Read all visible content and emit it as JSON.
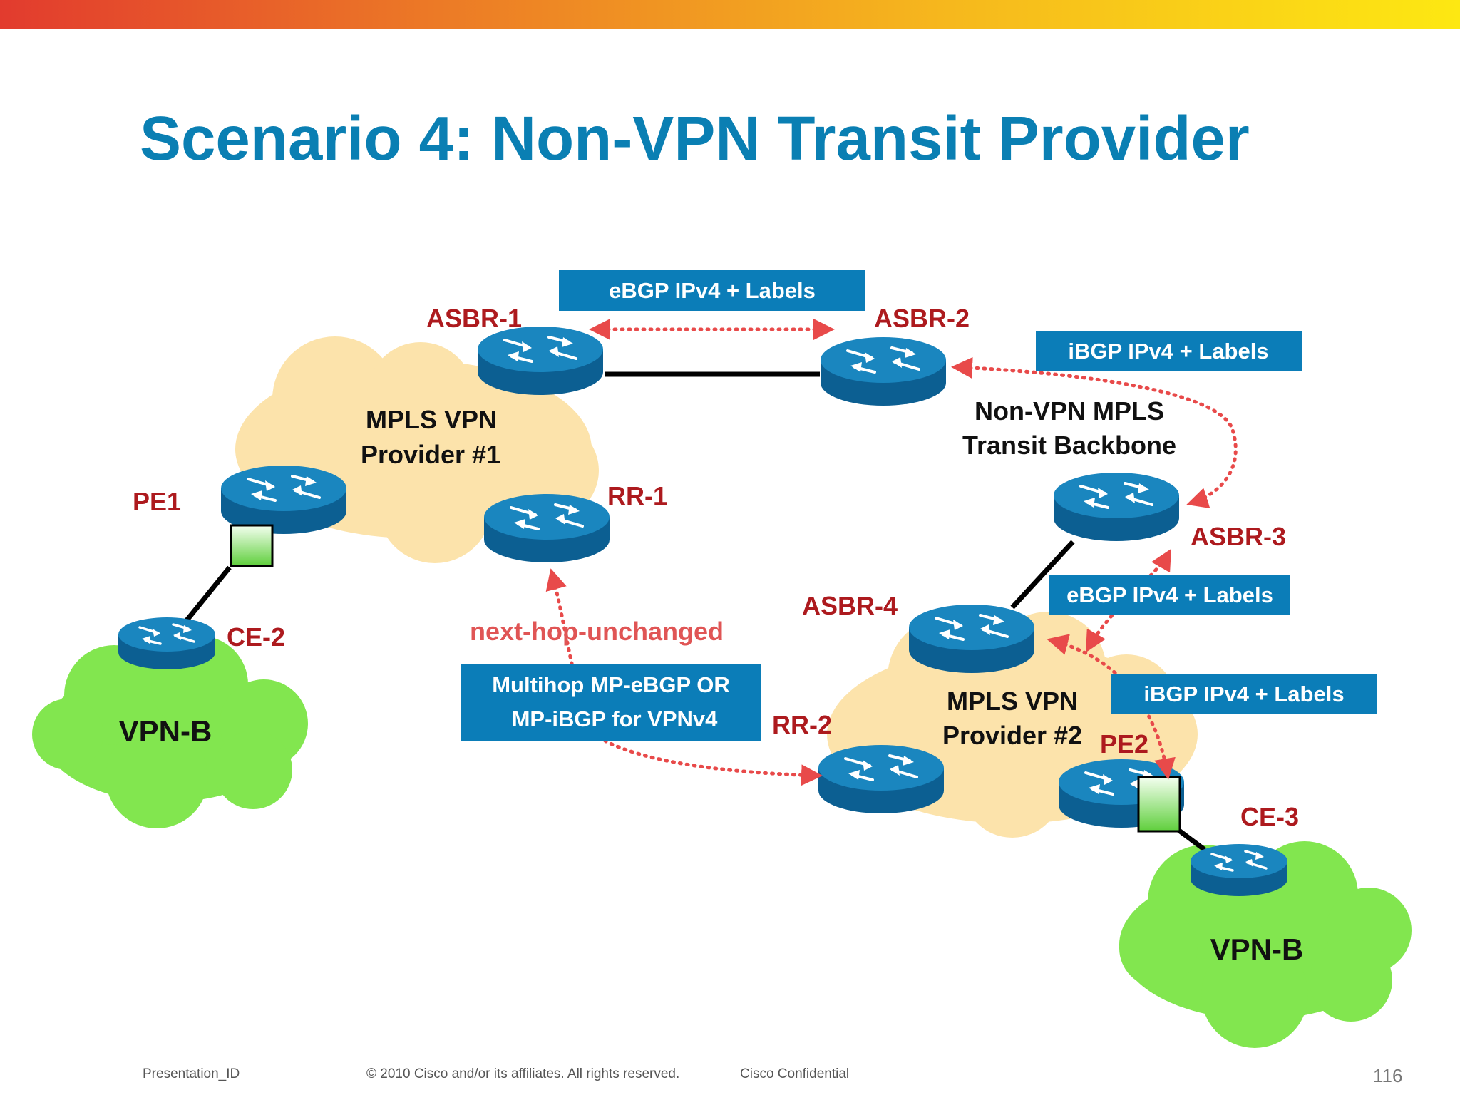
{
  "slide": {
    "title": "Scenario 4: Non-VPN Transit Provider",
    "page_number": "116"
  },
  "footer": {
    "presentation_id": "Presentation_ID",
    "copyright": "© 2010 Cisco and/or its affiliates. All rights reserved.",
    "confidential": "Cisco Confidential"
  },
  "diagram": {
    "clouds": {
      "provider1": [
        "MPLS VPN",
        "Provider #1"
      ],
      "transit": [
        "Non-VPN MPLS",
        "Transit Backbone"
      ],
      "provider2": [
        "MPLS VPN",
        "Provider #2"
      ],
      "vpn_left": "VPN-B",
      "vpn_right": "VPN-B"
    },
    "routers": {
      "asbr1": "ASBR-1",
      "asbr2": "ASBR-2",
      "asbr3": "ASBR-3",
      "asbr4": "ASBR-4",
      "pe1": "PE1",
      "pe2": "PE2",
      "rr1": "RR-1",
      "rr2": "RR-2",
      "ce2": "CE-2",
      "ce3": "CE-3"
    },
    "boxes": {
      "ebgp_top": "eBGP IPv4 + Labels",
      "ibgp_top": "iBGP IPv4 + Labels",
      "ebgp_right": "eBGP IPv4 + Labels",
      "ibgp_bottom": "iBGP IPv4 + Labels",
      "multihop": [
        "Multihop MP-eBGP OR",
        "MP-iBGP for VPNv4"
      ]
    },
    "annotation": "next-hop-unchanged"
  },
  "colors": {
    "title": "#0a7fb3",
    "router_top": "#1a86bf",
    "router_side": "#0c5f92",
    "label_box": "#0b7db8",
    "label_red": "#ad1a1e",
    "mpls_cloud": "#fce3ab",
    "vpn_cloud": "#82e64f",
    "session_arrow": "#e84a4a"
  },
  "icons": [
    "router-icon",
    "vrf-interface-icon"
  ]
}
